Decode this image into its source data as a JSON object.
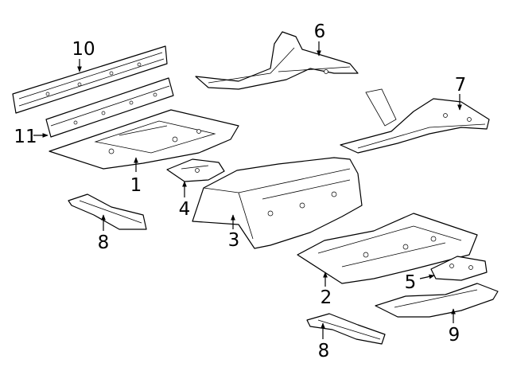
{
  "diagram": {
    "callouts": [
      {
        "id": "c1",
        "label": "1"
      },
      {
        "id": "c2",
        "label": "2"
      },
      {
        "id": "c3",
        "label": "3"
      },
      {
        "id": "c4",
        "label": "4"
      },
      {
        "id": "c5",
        "label": "5"
      },
      {
        "id": "c6",
        "label": "6"
      },
      {
        "id": "c7",
        "label": "7"
      },
      {
        "id": "c8a",
        "label": "8"
      },
      {
        "id": "c8b",
        "label": "8"
      },
      {
        "id": "c9",
        "label": "9"
      },
      {
        "id": "c10",
        "label": "10"
      },
      {
        "id": "c11",
        "label": "11"
      }
    ]
  }
}
